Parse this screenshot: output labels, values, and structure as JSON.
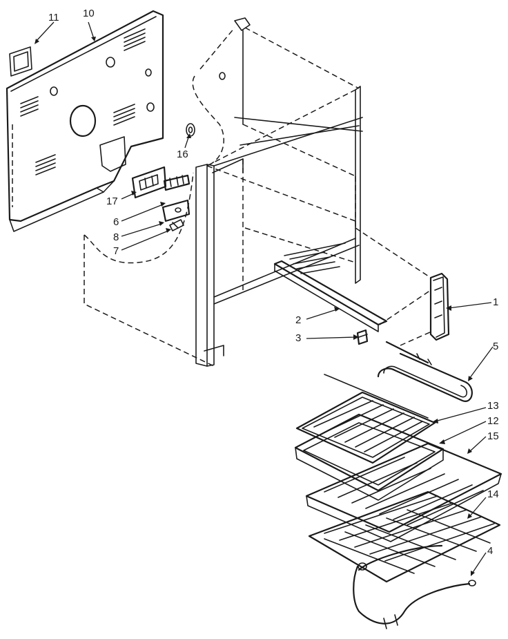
{
  "callouts": [
    {
      "id": "c11",
      "text": "11"
    },
    {
      "id": "c10",
      "text": "10"
    },
    {
      "id": "c16",
      "text": "16"
    },
    {
      "id": "c17",
      "text": "17"
    },
    {
      "id": "c6",
      "text": "6"
    },
    {
      "id": "c8",
      "text": "8"
    },
    {
      "id": "c7",
      "text": "7"
    },
    {
      "id": "c1",
      "text": "1"
    },
    {
      "id": "c2",
      "text": "2"
    },
    {
      "id": "c3",
      "text": "3"
    },
    {
      "id": "c5",
      "text": "5"
    },
    {
      "id": "c13",
      "text": "13"
    },
    {
      "id": "c12",
      "text": "12"
    },
    {
      "id": "c15",
      "text": "15"
    },
    {
      "id": "c14",
      "text": "14"
    },
    {
      "id": "c4",
      "text": "4"
    }
  ]
}
